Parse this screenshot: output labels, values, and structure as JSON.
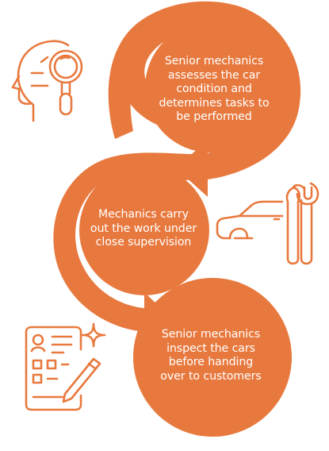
{
  "colors": {
    "accent": "#E8793E",
    "background": "#FFFFFF",
    "text_on_accent": "#FFFFFF"
  },
  "steps": [
    {
      "text": "Senior mechanics\nassesses the car\ncondition and\ndetermines tasks to\nbe performed",
      "icon": "head-magnifier-icon"
    },
    {
      "text": "Mechanics carry\nout the work under\nclose supervision",
      "icon": "car-wrench-icon"
    },
    {
      "text": "Senior mechanics\ninspect the cars\nbefore handing\nover to customers",
      "icon": "checklist-pen-icon"
    }
  ]
}
